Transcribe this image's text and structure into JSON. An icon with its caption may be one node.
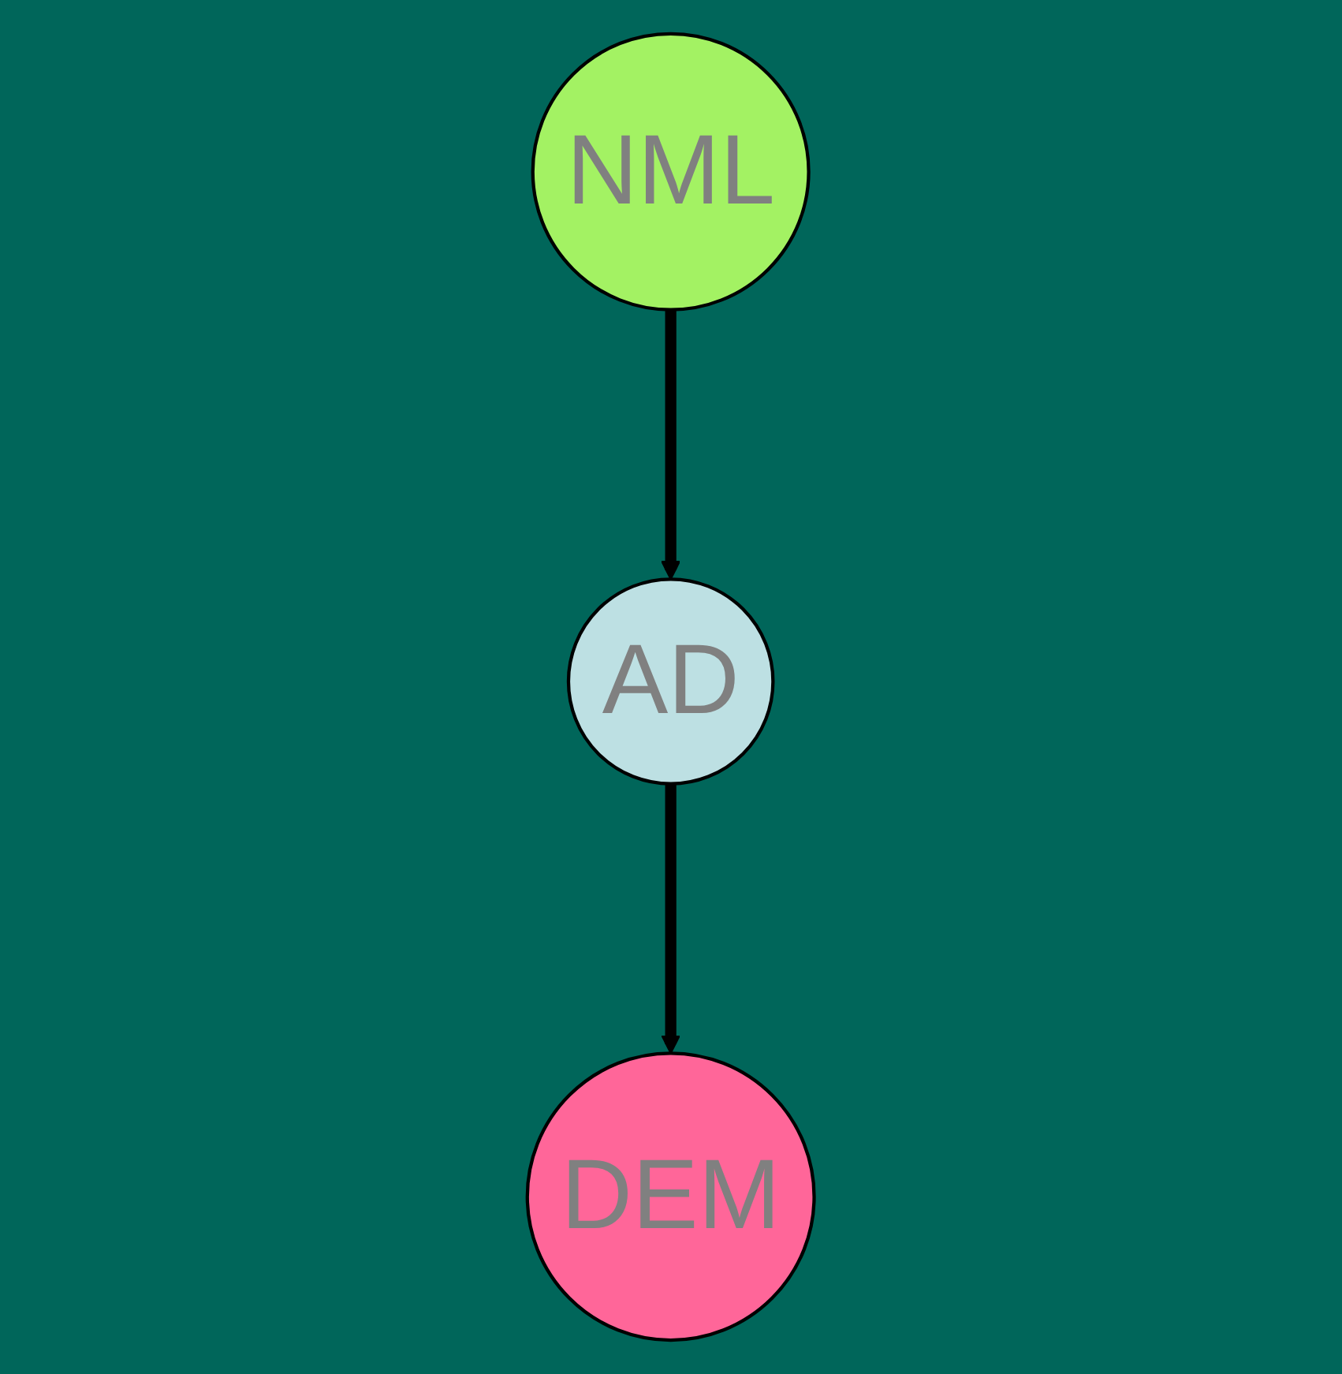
{
  "diagram": {
    "nodes": [
      {
        "text": [
          "NML"
        ]
      },
      {
        "text": [
          "AD"
        ]
      },
      {
        "text": [
          "DEM"
        ]
      }
    ],
    "edges": [
      {
        "from": 0,
        "to": 1,
        "arrow": "to"
      },
      {
        "from": 1,
        "to": 2,
        "arrow": "to"
      }
    ]
  }
}
